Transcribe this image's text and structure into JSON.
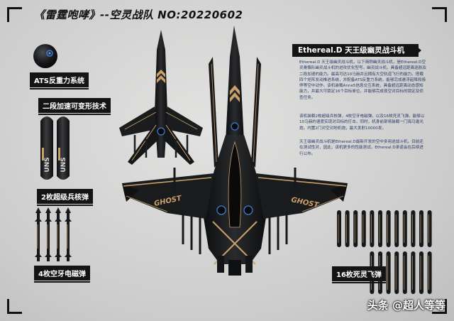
{
  "header": {
    "title": "《雷霆咆哮》--空灵战队 NO:20220602"
  },
  "labels": {
    "ats": "ATS反重力系统",
    "transform": "二段加速可变形技术",
    "nuke": "2枚超级兵核弹",
    "emp": "4枚空牙电磁弹",
    "missiles": "16枚死灵飞弹"
  },
  "info": {
    "heading": "Ethereal.D 天王级幽灵战斗机",
    "para1": "Ethereal.D 天王级幽灵战斗机，以下简称幽灵战斗机，是Ethereal.D空灵骨骼队幽灵战斗机的进攻优化型号。幽灵战斗机，具备超远距离巡航及二段加速的能力。最高可达10马赫并且拥有大空轨道飞行的能力。搭载四个矩阵发动推进系统，并配备ATS反重力系统，能够完成悬浮起降和极停等空中动作。该机装载Anne5信息交互系统，具备超远距离动态感知能力，并最大可锁定16个目标单位，并能够完成夜空对目标的锁定及侦查任务。",
    "para2": "该机装载2枚超级兵核弹，4枚空牙电磁弹，以及16枚死灵飞弹。能够以10马赫的速度实现对目标的打击。同时，机身前部将装载一门海马激光炮，内置2门对空对地机炮，最大发射10000发。",
    "para3": "天王级幽灵战斗机是Ethereal.D最新开发的空中多用途战斗机，目前还在测试性对，因此，该机更多的性能测试，Ethereal.D承诺会在后续进行公布。"
  },
  "aircraft": {
    "wing_text": "GHOST",
    "emblem_text": "UNS"
  },
  "watermark": "头条 @超人等等",
  "colors": {
    "hull": "#17181a",
    "accent_gold": "#c9a06a",
    "label_bg": "#141414",
    "body_text": "#2b3a6b"
  }
}
